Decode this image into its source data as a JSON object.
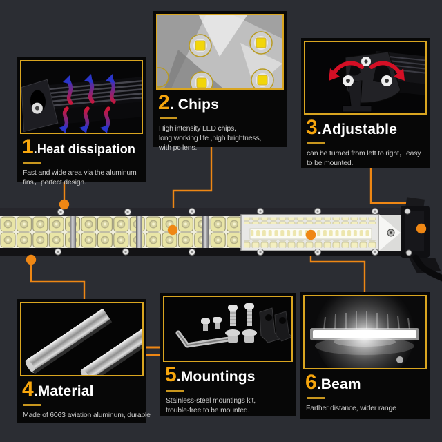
{
  "colors": {
    "background": "#2b2d33",
    "panel_black": "#070707",
    "photo_border_yellow": "#d9a520",
    "connector_orange": "#ef8714",
    "number_amber": "#f7a60d",
    "title_white": "#ffffff",
    "body_gray": "#cbcbcb"
  },
  "features": [
    {
      "num": "1",
      "title": ".Heat dissipation",
      "lines": [
        "Fast and wide area via the aluminum",
        "fins，perfect design."
      ]
    },
    {
      "num": "2",
      "title": ". Chips",
      "lines": [
        "High intensity LED chips,",
        "long working life ,high brightness,",
        "with pc lens."
      ]
    },
    {
      "num": "3",
      "title": ".Adjustable",
      "lines": [
        "can be turned from left to right，easy",
        "to be mounted."
      ]
    },
    {
      "num": "4",
      "title": ".Material",
      "lines": [
        "Made of 6063 aviation aluminum, durable"
      ]
    },
    {
      "num": "5",
      "title": ".Mountings",
      "lines": [
        "Stainless-steel mountings kit,",
        "trouble-free to be mounted."
      ]
    },
    {
      "num": "6",
      "title": ".Beam",
      "lines": [
        "Farther distance, wider range"
      ]
    }
  ]
}
